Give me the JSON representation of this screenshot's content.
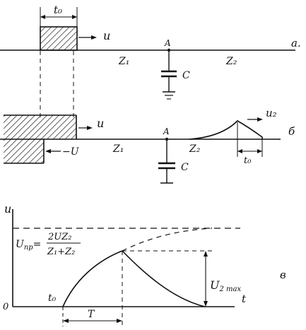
{
  "panel_a": {
    "pulse_width": "t₀",
    "wave": "u",
    "node": "A",
    "line_left": "Z₁",
    "line_right": "Z₂",
    "capacitor": "C",
    "panel_letter": "а."
  },
  "panel_b": {
    "wave": "u",
    "reflected": "−U",
    "node": "A",
    "line_left": "Z₁",
    "line_right": "Z₂",
    "capacitor": "C",
    "transmitted": "u₂",
    "pulse_width": "t₀",
    "panel_letter": "б"
  },
  "panel_c": {
    "y_axis": "u",
    "x_axis": "t",
    "origin": "0",
    "t0": "t₀",
    "tau": "T",
    "asymptote_lhs": "U",
    "asymptote_sub": "пр",
    "asymptote_eq": "=",
    "asymptote_num": "2UZ₂",
    "asymptote_den": "Z₁+Z₂",
    "peak": "U",
    "peak_sub": "2 max",
    "panel_letter": "в"
  },
  "colors": {
    "ink": "#111111",
    "paper": "#ffffff"
  }
}
